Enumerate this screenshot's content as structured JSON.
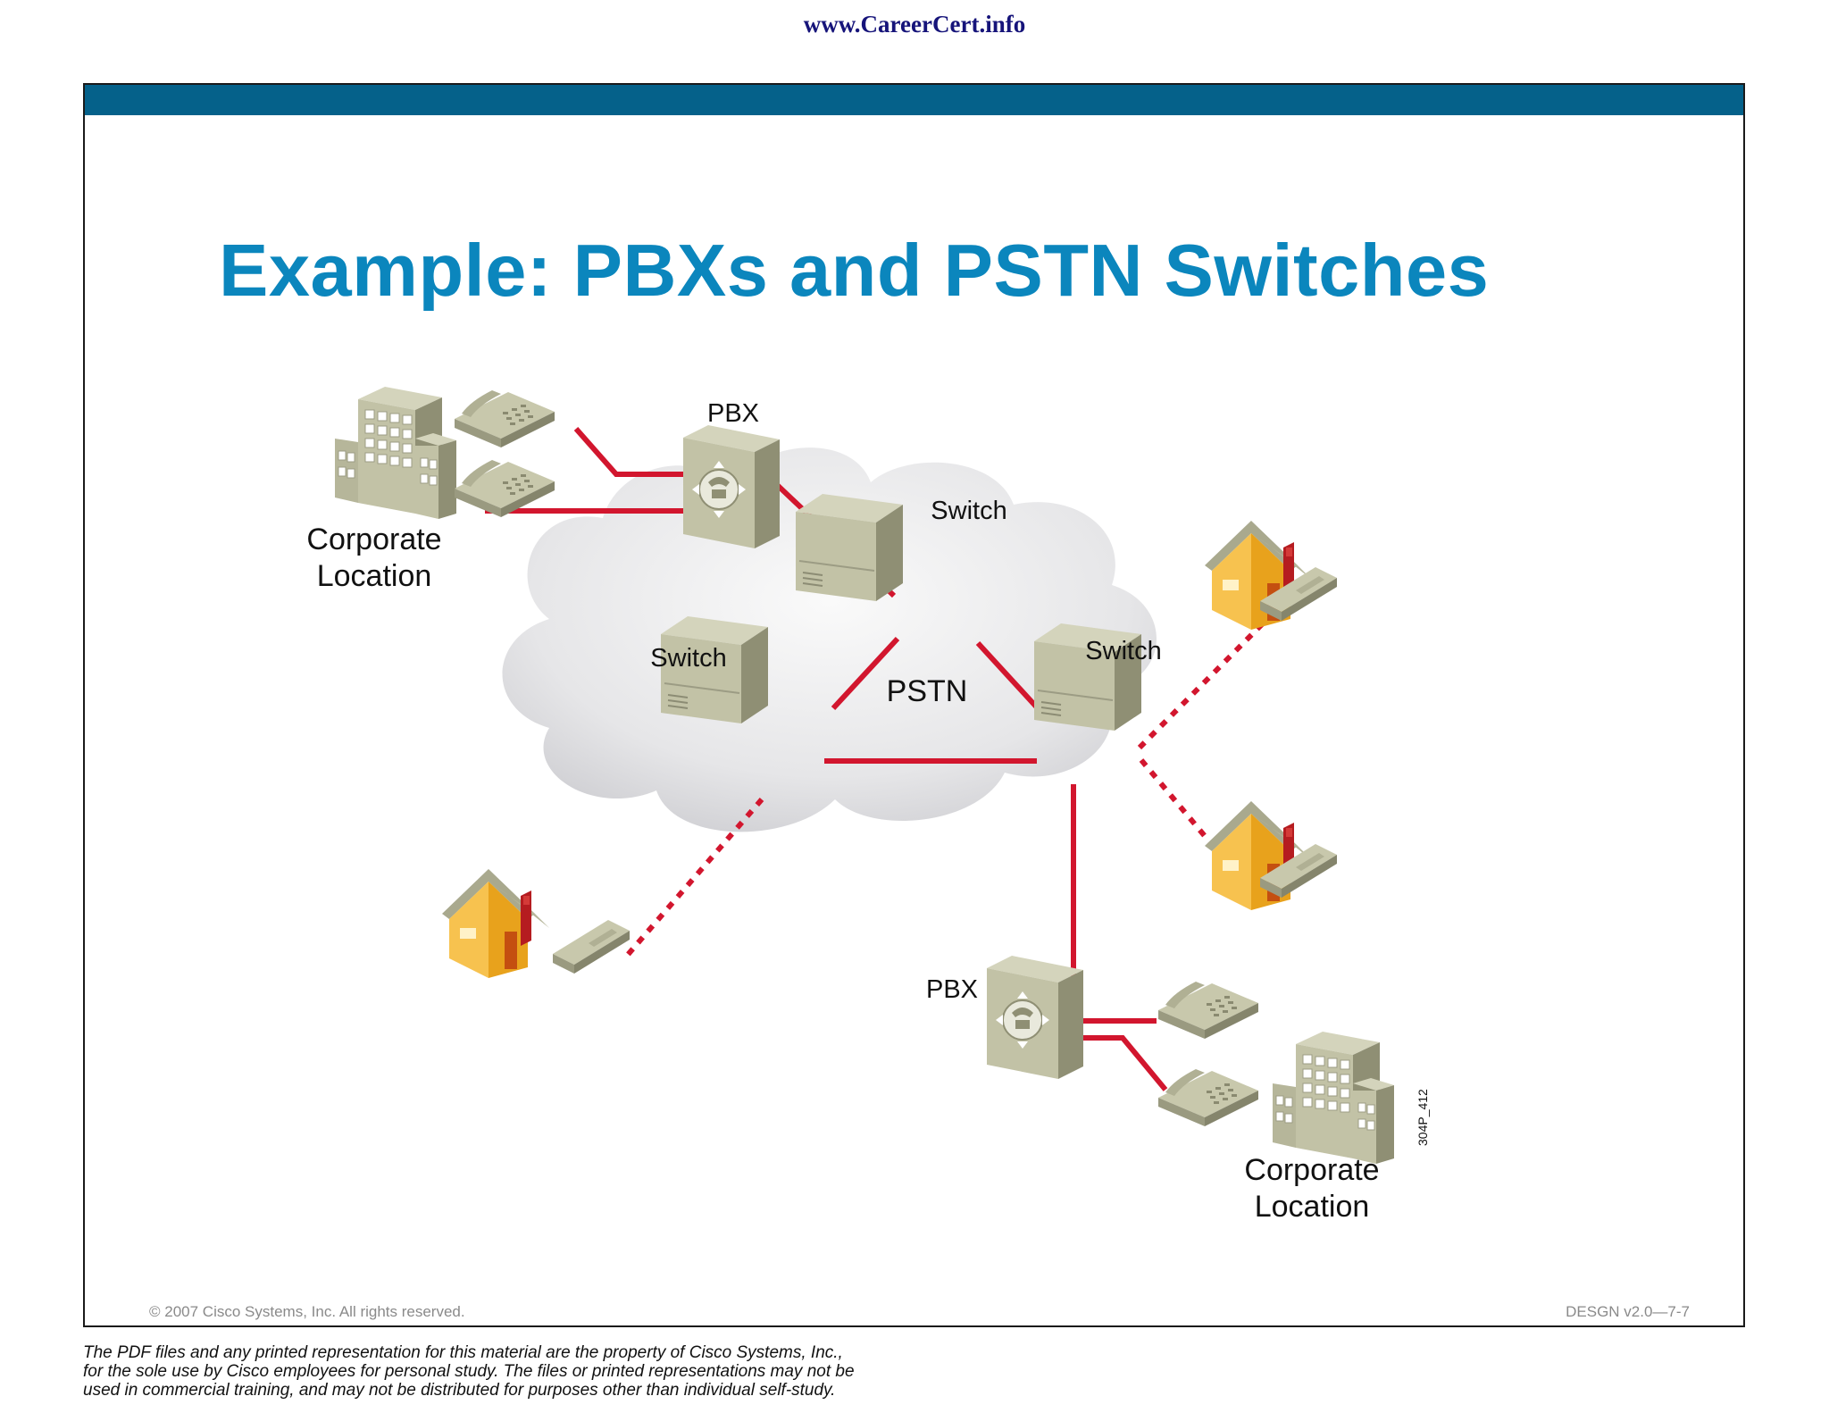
{
  "header": {
    "url": "www.CareerCert.info"
  },
  "slide": {
    "title": "Example: PBXs and PSTN Switches",
    "copyright": "© 2007 Cisco Systems, Inc. All rights reserved.",
    "course_id": "DESGN v2.0—7-7",
    "colors": {
      "top_bar": "#05618a",
      "title": "#0b86bd",
      "link": "#d2162e",
      "cloud": "#e8e8ea",
      "device": "#b8b89a",
      "house": "#f5b73c"
    }
  },
  "diagram": {
    "cloud_label": "PSTN",
    "switch_labels": [
      "Switch",
      "Switch",
      "Switch"
    ],
    "pbx_labels": [
      "PBX",
      "PBX"
    ],
    "site_labels": [
      {
        "line1": "Corporate",
        "line2": "Location"
      },
      {
        "line1": "Corporate",
        "line2": "Location"
      }
    ],
    "figure_id": "304P_412",
    "icons": [
      "building-icon",
      "desk-phone-icon",
      "pbx-icon",
      "switch-icon",
      "house-icon",
      "cordless-phone-icon",
      "cloud-icon"
    ]
  },
  "footer": {
    "disclaimer_lines": [
      "The PDF files and any printed representation for this material are the property of Cisco Systems, Inc.,",
      "for the sole use by Cisco employees for personal study. The files or printed representations may not be",
      "used in commercial training, and may not be distributed for purposes other than individual self-study."
    ]
  }
}
